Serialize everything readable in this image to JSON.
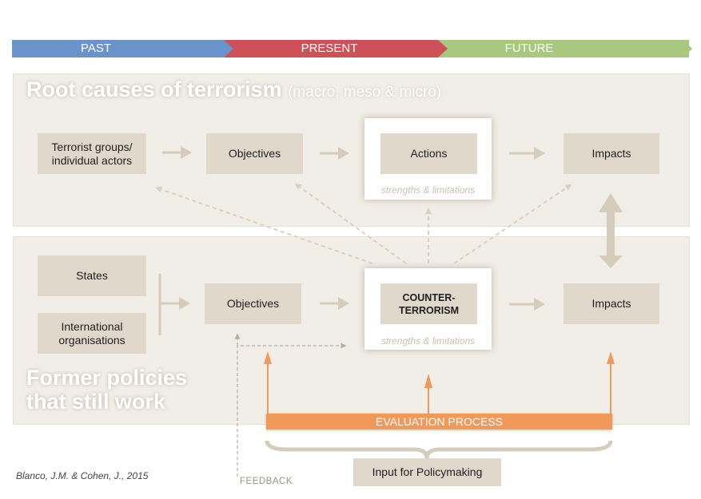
{
  "timeline": {
    "past": "PAST",
    "present": "PRESENT",
    "future": "FUTURE",
    "colors": {
      "past": "#6a93cc",
      "present": "#cc5257",
      "future": "#a8c87d"
    }
  },
  "upper_panel": {
    "title": "Root causes of terrorism",
    "subtitle": "(macro, meso & micro)",
    "actors": "Terrorist groups/ individual actors",
    "objectives": "Objectives",
    "actions": "Actions",
    "actions_caption": "strengths & limitations",
    "impacts": "Impacts"
  },
  "lower_panel": {
    "title_line1": "Former policies",
    "title_line2": "that still work",
    "states": "States",
    "international": "International organisations",
    "objectives": "Objectives",
    "counter_terrorism_line1": "COUNTER-",
    "counter_terrorism_line2": "TERRORISM",
    "ct_caption": "strengths & limitations",
    "impacts": "Impacts"
  },
  "evaluation": {
    "label": "EVALUATION PROCESS",
    "color": "#f0995a"
  },
  "feedback": "FEEDBACK",
  "policymaking": "Input for Policymaking",
  "citation": "Blanco, J.M. & Cohen, J., 2015",
  "colors": {
    "box": "#e0d8cb",
    "panel": "#f1ede7",
    "arrow": "#d6ccbb",
    "dashed": "#d9d0c0"
  }
}
